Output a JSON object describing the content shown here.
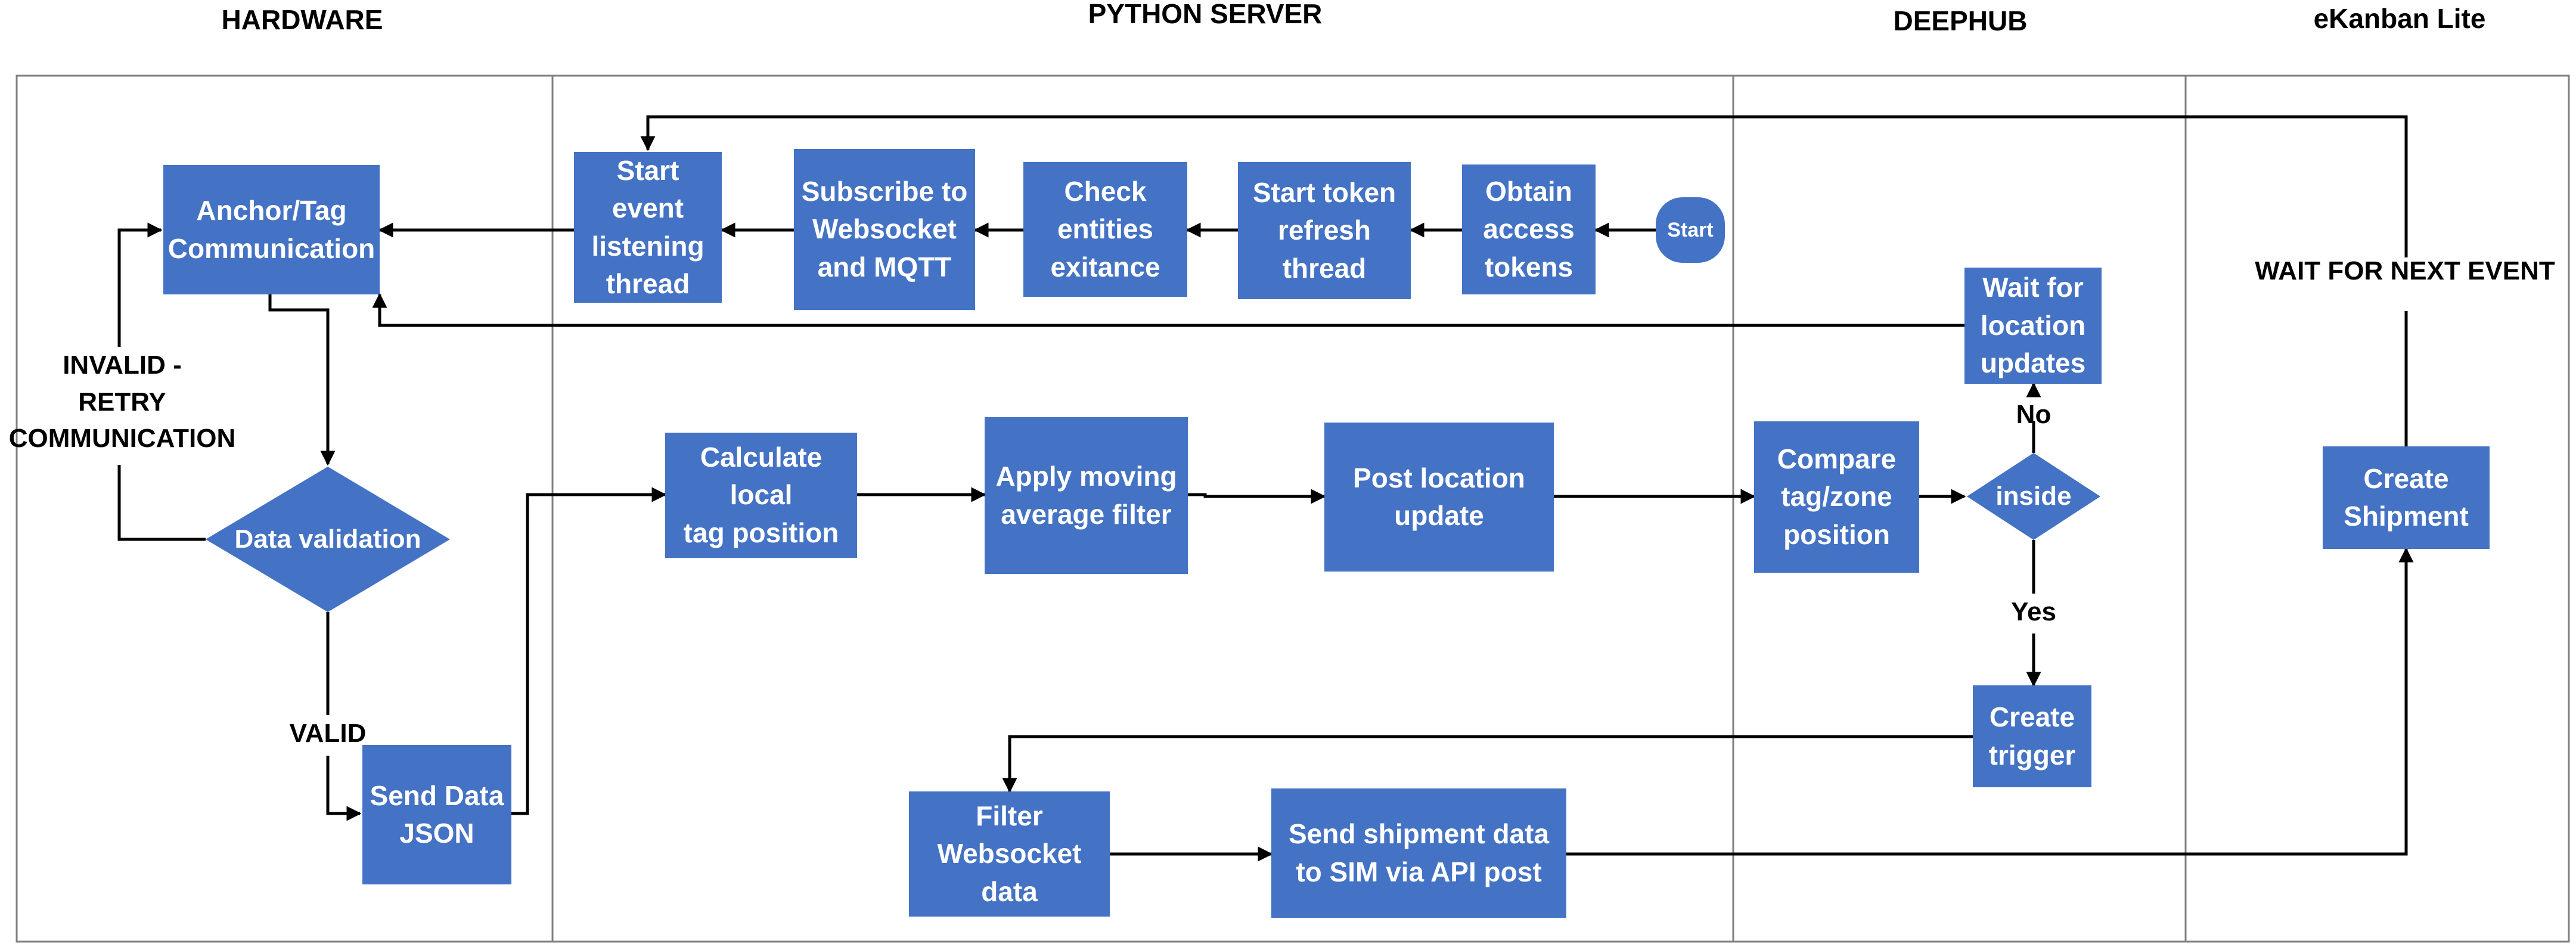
{
  "lanes": {
    "hardware": "HARDWARE",
    "python_server": "PYTHON SERVER",
    "deephub": "DEEPHUB",
    "ekanban": "eKanban Lite"
  },
  "nodes": {
    "anchor_tag": "Anchor/Tag\nCommunication",
    "data_validation": "Data validation",
    "send_data_json": "Send Data\nJSON",
    "start_event_listening": "Start\nevent\nlistening\nthread",
    "subscribe": "Subscribe to\nWebsocket\nand MQTT",
    "check_entities": "Check\nentities\nexitance",
    "start_token_refresh": "Start token\nrefresh\nthread",
    "obtain_tokens": "Obtain\naccess\ntokens",
    "start": "Start",
    "calc_local": "Calculate local\ntag  position",
    "moving_avg": "Apply moving\naverage filter",
    "post_location": "Post location\nupdate",
    "compare": "Compare\ntag/zone\nposition",
    "inside": "inside",
    "wait_location": "Wait for\nlocation\nupdates",
    "create_trigger": "Create\ntrigger",
    "filter_ws": "Filter\nWebsocket\ndata",
    "send_shipment": "Send shipment data\nto SIM via API post",
    "create_shipment": "Create\nShipment"
  },
  "edge_labels": {
    "invalid": "INVALID -\nRETRY\nCOMMUNICATION",
    "valid": "VALID",
    "no": "No",
    "yes": "Yes",
    "wait_next": "WAIT FOR NEXT EVENT"
  },
  "colors": {
    "box": "#4472C4",
    "line": "#000000",
    "lane_border": "#7f7f7f"
  }
}
